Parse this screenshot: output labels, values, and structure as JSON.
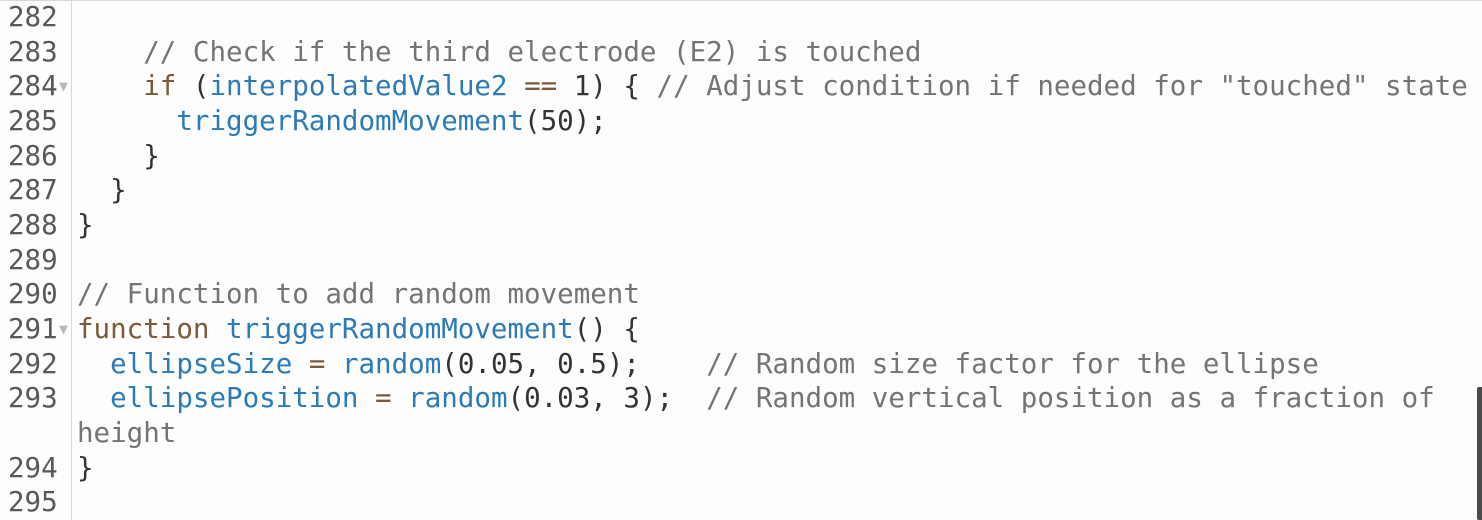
{
  "app": {
    "name": "p5.js code editor pane"
  },
  "colors": {
    "background": "#fdfdfd",
    "text_plain": "#333333",
    "keyword": "#7A5A3A",
    "operator": "#7A5A3A",
    "identifier": "#2C7BB6",
    "comment": "#747474",
    "line_number": "#58585b",
    "fold_arrow": "#b5b8bd",
    "gutter_border": "#d9d9d9",
    "top_border": "#d8d8d8",
    "scrollbar_thumb": "#4a4a4a"
  },
  "icons": {
    "fold": "▼"
  },
  "editor": {
    "first_line_number": "282",
    "last_line_number": "295",
    "lines": [
      {
        "number": "282",
        "fold": false,
        "tokens": []
      },
      {
        "number": "283",
        "fold": false,
        "tokens": [
          [
            "comment",
            "    // Check if the third electrode (E2) is touched"
          ]
        ]
      },
      {
        "number": "284",
        "fold": true,
        "tokens": [
          [
            "plain",
            "    "
          ],
          [
            "keyword",
            "if"
          ],
          [
            "plain",
            " ("
          ],
          [
            "identifier",
            "interpolatedValue2"
          ],
          [
            "plain",
            " "
          ],
          [
            "operator",
            "=="
          ],
          [
            "plain",
            " 1) { "
          ],
          [
            "comment",
            "// Adjust condition if needed for \"touched\" state"
          ]
        ]
      },
      {
        "number": "285",
        "fold": false,
        "tokens": [
          [
            "plain",
            "      "
          ],
          [
            "identifier",
            "triggerRandomMovement"
          ],
          [
            "plain",
            "(50);"
          ]
        ]
      },
      {
        "number": "286",
        "fold": false,
        "tokens": [
          [
            "plain",
            "    }"
          ]
        ]
      },
      {
        "number": "287",
        "fold": false,
        "tokens": [
          [
            "plain",
            "  }"
          ]
        ]
      },
      {
        "number": "288",
        "fold": false,
        "tokens": [
          [
            "plain",
            "}"
          ]
        ]
      },
      {
        "number": "289",
        "fold": false,
        "tokens": []
      },
      {
        "number": "290",
        "fold": false,
        "tokens": [
          [
            "comment",
            "// Function to add random movement"
          ]
        ]
      },
      {
        "number": "291",
        "fold": true,
        "tokens": [
          [
            "keyword",
            "function"
          ],
          [
            "plain",
            " "
          ],
          [
            "identifier",
            "triggerRandomMovement"
          ],
          [
            "plain",
            "() {"
          ]
        ]
      },
      {
        "number": "292",
        "fold": false,
        "tokens": [
          [
            "plain",
            "  "
          ],
          [
            "identifier",
            "ellipseSize"
          ],
          [
            "plain",
            " "
          ],
          [
            "operator",
            "="
          ],
          [
            "plain",
            " "
          ],
          [
            "identifier",
            "random"
          ],
          [
            "plain",
            "(0.05, 0.5);    "
          ],
          [
            "comment",
            "// Random size factor for the ellipse"
          ]
        ]
      },
      {
        "number": "293",
        "fold": false,
        "tokens": [
          [
            "plain",
            "  "
          ],
          [
            "identifier",
            "ellipsePosition"
          ],
          [
            "plain",
            " "
          ],
          [
            "operator",
            "="
          ],
          [
            "plain",
            " "
          ],
          [
            "identifier",
            "random"
          ],
          [
            "plain",
            "(0.03, 3);  "
          ],
          [
            "comment",
            "// Random vertical position as a fraction of height"
          ]
        ]
      },
      {
        "number": "294",
        "fold": false,
        "tokens": [
          [
            "plain",
            "}"
          ]
        ]
      },
      {
        "number": "295",
        "fold": false,
        "tokens": []
      }
    ]
  }
}
